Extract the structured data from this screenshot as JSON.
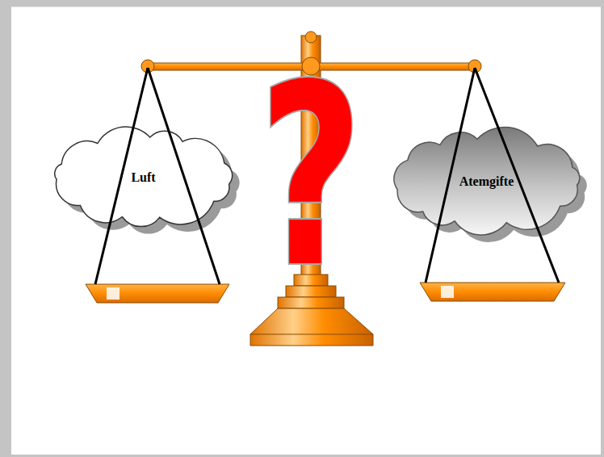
{
  "diagram": {
    "nodes": [
      {
        "text": [
          "Luft"
        ]
      },
      {
        "text": [
          "Atemgifte"
        ]
      }
    ],
    "labels": [
      "?"
    ]
  }
}
